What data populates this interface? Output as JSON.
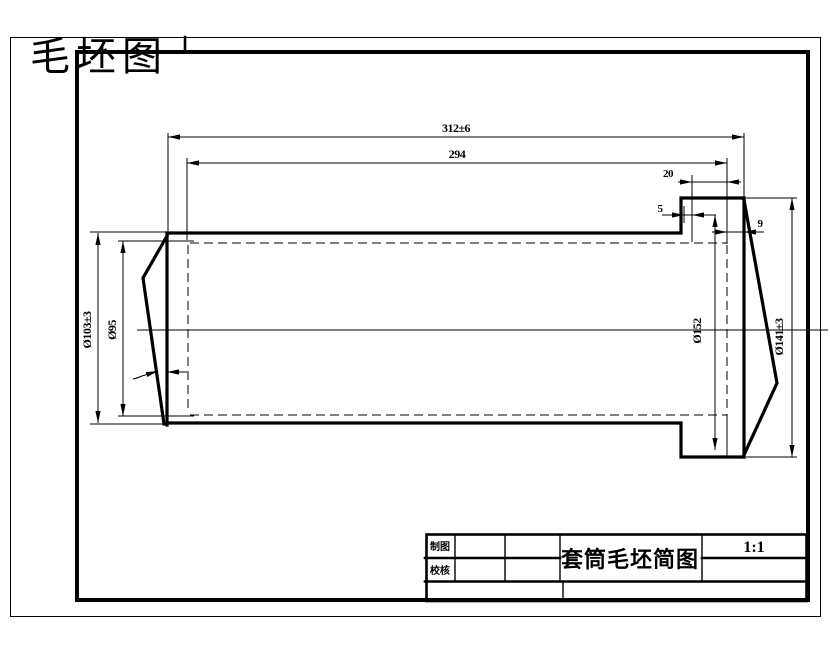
{
  "annotation": {
    "title": "毛坯图"
  },
  "colors": {
    "accent_red": "#fe0000",
    "line_black": "#000000",
    "background": "#ffffff"
  },
  "dimensions": {
    "overall_length": "312±6",
    "bore_depth": "294",
    "flange_length": "20",
    "neck_offset": "5",
    "rim_thickness": "9",
    "body_outer_diameter": "Ø103±3",
    "bore_diameter": "Ø95",
    "flange_inner_diameter": "Ø152",
    "flange_outer_diameter": "Ø141±3"
  },
  "title_block": {
    "drafted_label": "制图",
    "checked_label": "校核",
    "drawing_title": "套筒毛坯简图",
    "scale": "1:1"
  }
}
